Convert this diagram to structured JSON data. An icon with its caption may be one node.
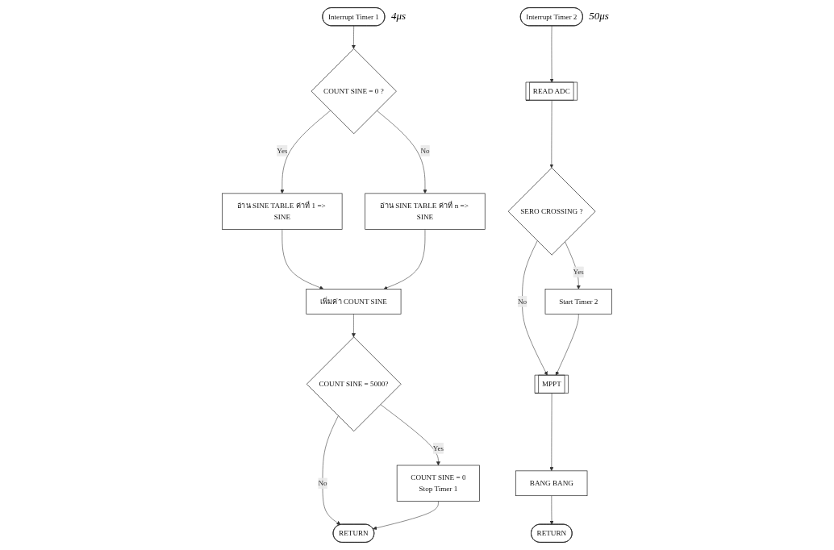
{
  "diagram": {
    "nodes": [
      {
        "text": [
          "Interrupt Timer 1"
        ],
        "beside": [
          "4μs"
        ]
      },
      {
        "text": [
          "COUNT SINE = 0 ?"
        ]
      },
      {
        "text": [
          "อ่าน SINE TABLE ค่าที่ 1 => SINE"
        ]
      },
      {
        "text": [
          "อ่าน SINE TABLE ค่าที่ n => SINE"
        ]
      },
      {
        "text": [
          "เพิ่มค่า COUNT SINE"
        ]
      },
      {
        "text": [
          "COUNT SINE = 5000?"
        ]
      },
      {
        "text": [
          "COUNT SINE = 0",
          "Stop Timer 1"
        ]
      },
      {
        "text": [
          "RETURN"
        ]
      },
      {
        "text": [
          "Interrupt Timer 2"
        ],
        "beside": [
          "50μs"
        ]
      },
      {
        "text": [
          "READ ADC"
        ]
      },
      {
        "text": [
          "SERO CROSSING ?"
        ]
      },
      {
        "text": [
          "Start Timer 2"
        ]
      },
      {
        "text": [
          "MPPT"
        ]
      },
      {
        "text": [
          "BANG BANG"
        ]
      },
      {
        "text": [
          "RETURN"
        ]
      }
    ],
    "edges": [
      {
        "from": 0,
        "to": 1,
        "arrow": "to"
      },
      {
        "from": 1,
        "to": 2,
        "arrow": "to",
        "label": "Yes"
      },
      {
        "from": 1,
        "to": 3,
        "arrow": "to",
        "label": "No"
      },
      {
        "from": 2,
        "to": 4,
        "arrow": "to"
      },
      {
        "from": 3,
        "to": 4,
        "arrow": "to"
      },
      {
        "from": 4,
        "to": 5,
        "arrow": "to"
      },
      {
        "from": 5,
        "to": 6,
        "arrow": "to",
        "label": "Yes"
      },
      {
        "from": 5,
        "to": 7,
        "arrow": "to",
        "label": "No"
      },
      {
        "from": 6,
        "to": 7,
        "arrow": "to"
      },
      {
        "from": 8,
        "to": 9,
        "arrow": "to"
      },
      {
        "from": 9,
        "to": 10,
        "arrow": "to"
      },
      {
        "from": 10,
        "to": 11,
        "arrow": "to",
        "label": "Yes"
      },
      {
        "from": 10,
        "to": 12,
        "arrow": "to",
        "label": "No"
      },
      {
        "from": 11,
        "to": 12,
        "arrow": "to"
      },
      {
        "from": 12,
        "to": 13,
        "arrow": "to"
      },
      {
        "from": 13,
        "to": 14,
        "arrow": "to"
      }
    ]
  }
}
